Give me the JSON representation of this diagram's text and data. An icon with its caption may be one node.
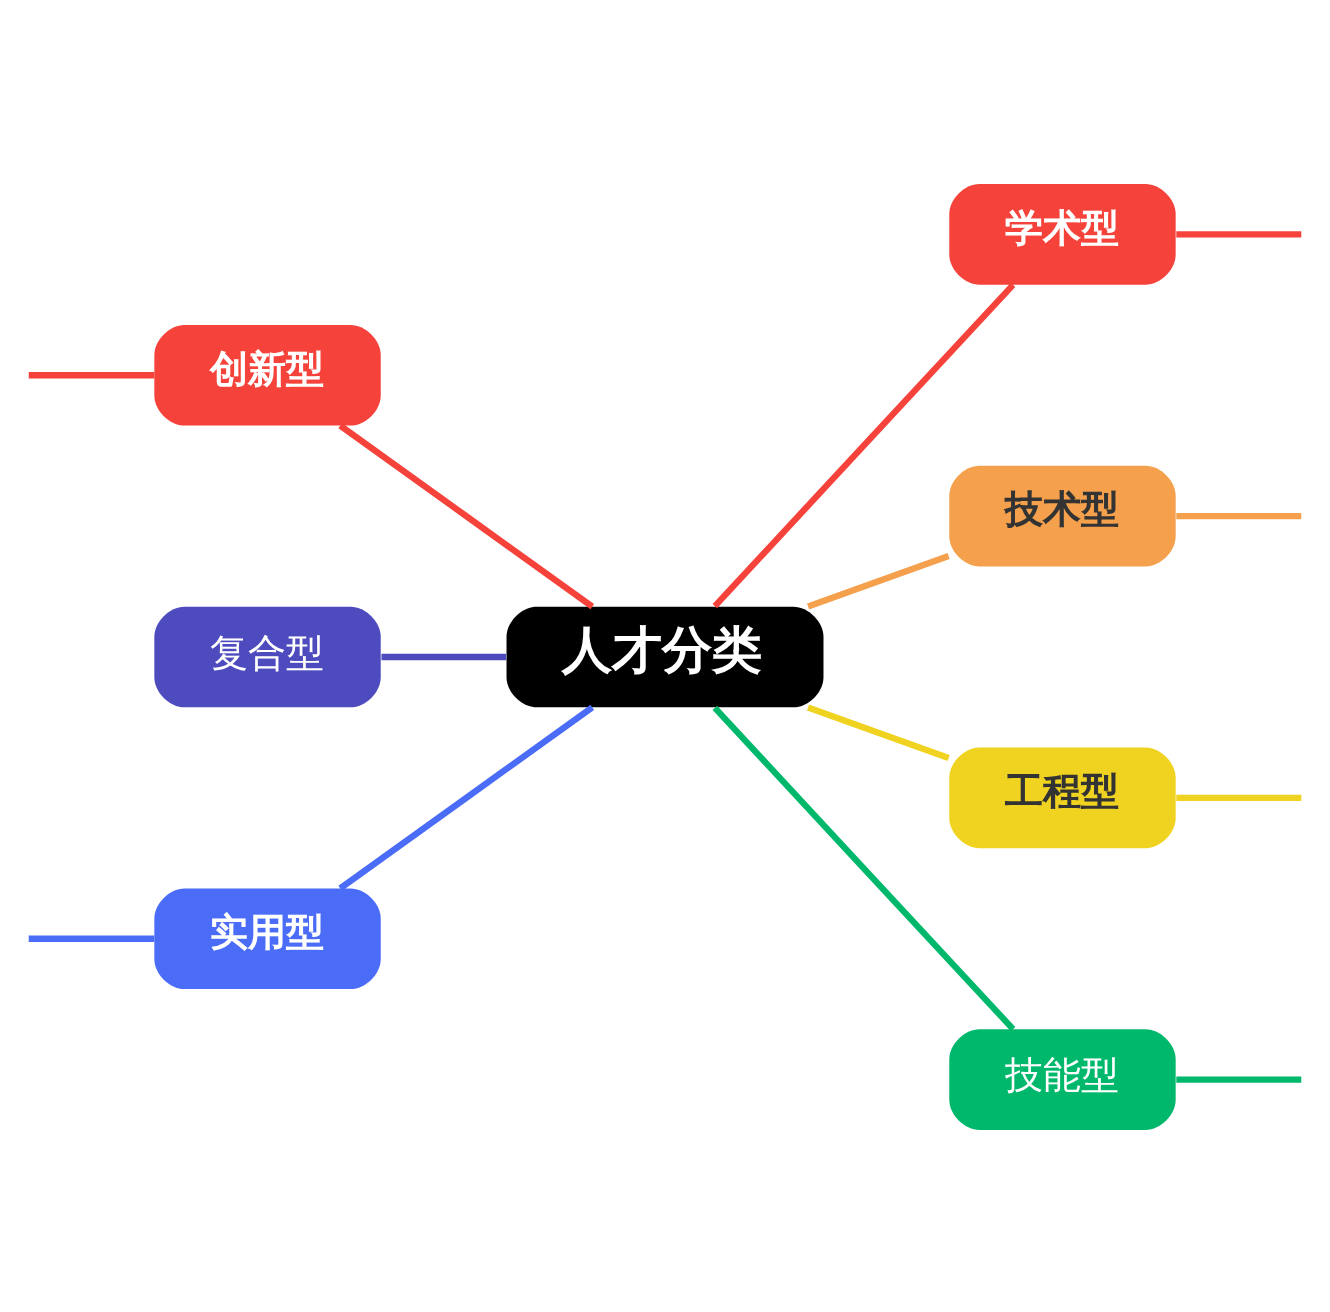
{
  "diagram": {
    "nodes": [
      {
        "text": [
          "人才分类"
        ]
      },
      {
        "text": [
          "学术型"
        ]
      },
      {
        "text": [
          "技术型"
        ]
      },
      {
        "text": [
          "工程型"
        ]
      },
      {
        "text": [
          "技能型"
        ]
      },
      {
        "text": [
          "创新型"
        ]
      },
      {
        "text": [
          "复合型"
        ]
      },
      {
        "text": [
          "实用型"
        ]
      }
    ],
    "edges": [
      {
        "from": 0,
        "to": 1,
        "arrow": "none",
        "color": "#f5433b"
      },
      {
        "from": 0,
        "to": 2,
        "arrow": "none",
        "color": "#f4a04c"
      },
      {
        "from": 0,
        "to": 3,
        "arrow": "none",
        "color": "#f0d320"
      },
      {
        "from": 0,
        "to": 4,
        "arrow": "none",
        "color": "#00b86b"
      },
      {
        "from": 0,
        "to": 5,
        "arrow": "none",
        "color": "#f5433b"
      },
      {
        "from": 0,
        "to": 6,
        "arrow": "none",
        "color": "#4e4bbf"
      },
      {
        "from": 0,
        "to": 7,
        "arrow": "none",
        "color": "#4a6cf7"
      },
      {
        "from": 1,
        "to": null,
        "arrow": "none",
        "color": "#f5433b"
      },
      {
        "from": 2,
        "to": null,
        "arrow": "none",
        "color": "#f4a04c"
      },
      {
        "from": 3,
        "to": null,
        "arrow": "none",
        "color": "#f0d320"
      },
      {
        "from": 4,
        "to": null,
        "arrow": "none",
        "color": "#00b86b"
      },
      {
        "from": 5,
        "to": null,
        "arrow": "none",
        "color": "#f5433b"
      },
      {
        "from": 7,
        "to": null,
        "arrow": "none",
        "color": "#4a6cf7"
      }
    ]
  }
}
